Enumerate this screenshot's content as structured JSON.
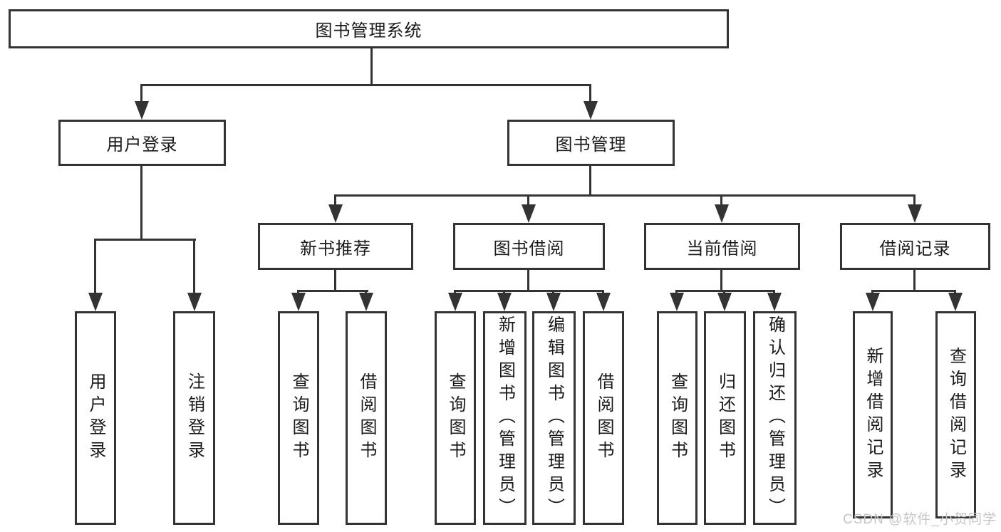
{
  "tree": {
    "root": {
      "label": "图书管理系统"
    },
    "branches": [
      {
        "label": "用户登录",
        "children": [
          {
            "label": "用户登录"
          },
          {
            "label": "注销登录"
          }
        ]
      },
      {
        "label": "图书管理",
        "children": [
          {
            "label": "新书推荐",
            "children": [
              {
                "label": "查询图书"
              },
              {
                "label": "借阅图书"
              }
            ]
          },
          {
            "label": "图书借阅",
            "children": [
              {
                "label": "查询图书"
              },
              {
                "label": "新增图书（管理员）"
              },
              {
                "label": "编辑图书（管理员）"
              },
              {
                "label": "借阅图书"
              }
            ]
          },
          {
            "label": "当前借阅",
            "children": [
              {
                "label": "查询图书"
              },
              {
                "label": "归还图书"
              },
              {
                "label": "确认归还（管理员）"
              }
            ]
          },
          {
            "label": "借阅记录",
            "children": [
              {
                "label": "新增借阅记录"
              },
              {
                "label": "查询借阅记录"
              }
            ]
          }
        ]
      }
    ]
  },
  "watermark": {
    "text": "CSDN @软件_小贺同学"
  },
  "colors": {
    "line": "#333333",
    "text": "#1a1a1a",
    "background": "#ffffff",
    "watermark": "#c6c6c6"
  }
}
